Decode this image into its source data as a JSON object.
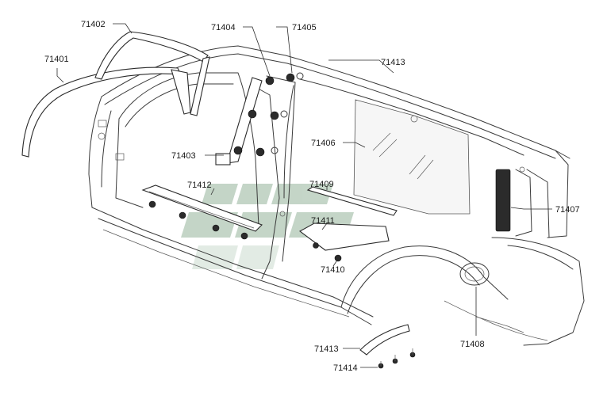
{
  "diagram": {
    "callouts": {
      "c71401": "71401",
      "c71402": "71402",
      "c71403": "71403",
      "c71404": "71404",
      "c71405": "71405",
      "c71406": "71406",
      "c71407": "71407",
      "c71408": "71408",
      "c71409": "71409",
      "c71410": "71410",
      "c71411": "71411",
      "c71412": "71412",
      "c71413_top": "71413",
      "c71413_bottom": "71413",
      "c71414": "71414"
    },
    "watermark": {
      "color": "#2e6b3a",
      "opacity": 0.28
    }
  }
}
